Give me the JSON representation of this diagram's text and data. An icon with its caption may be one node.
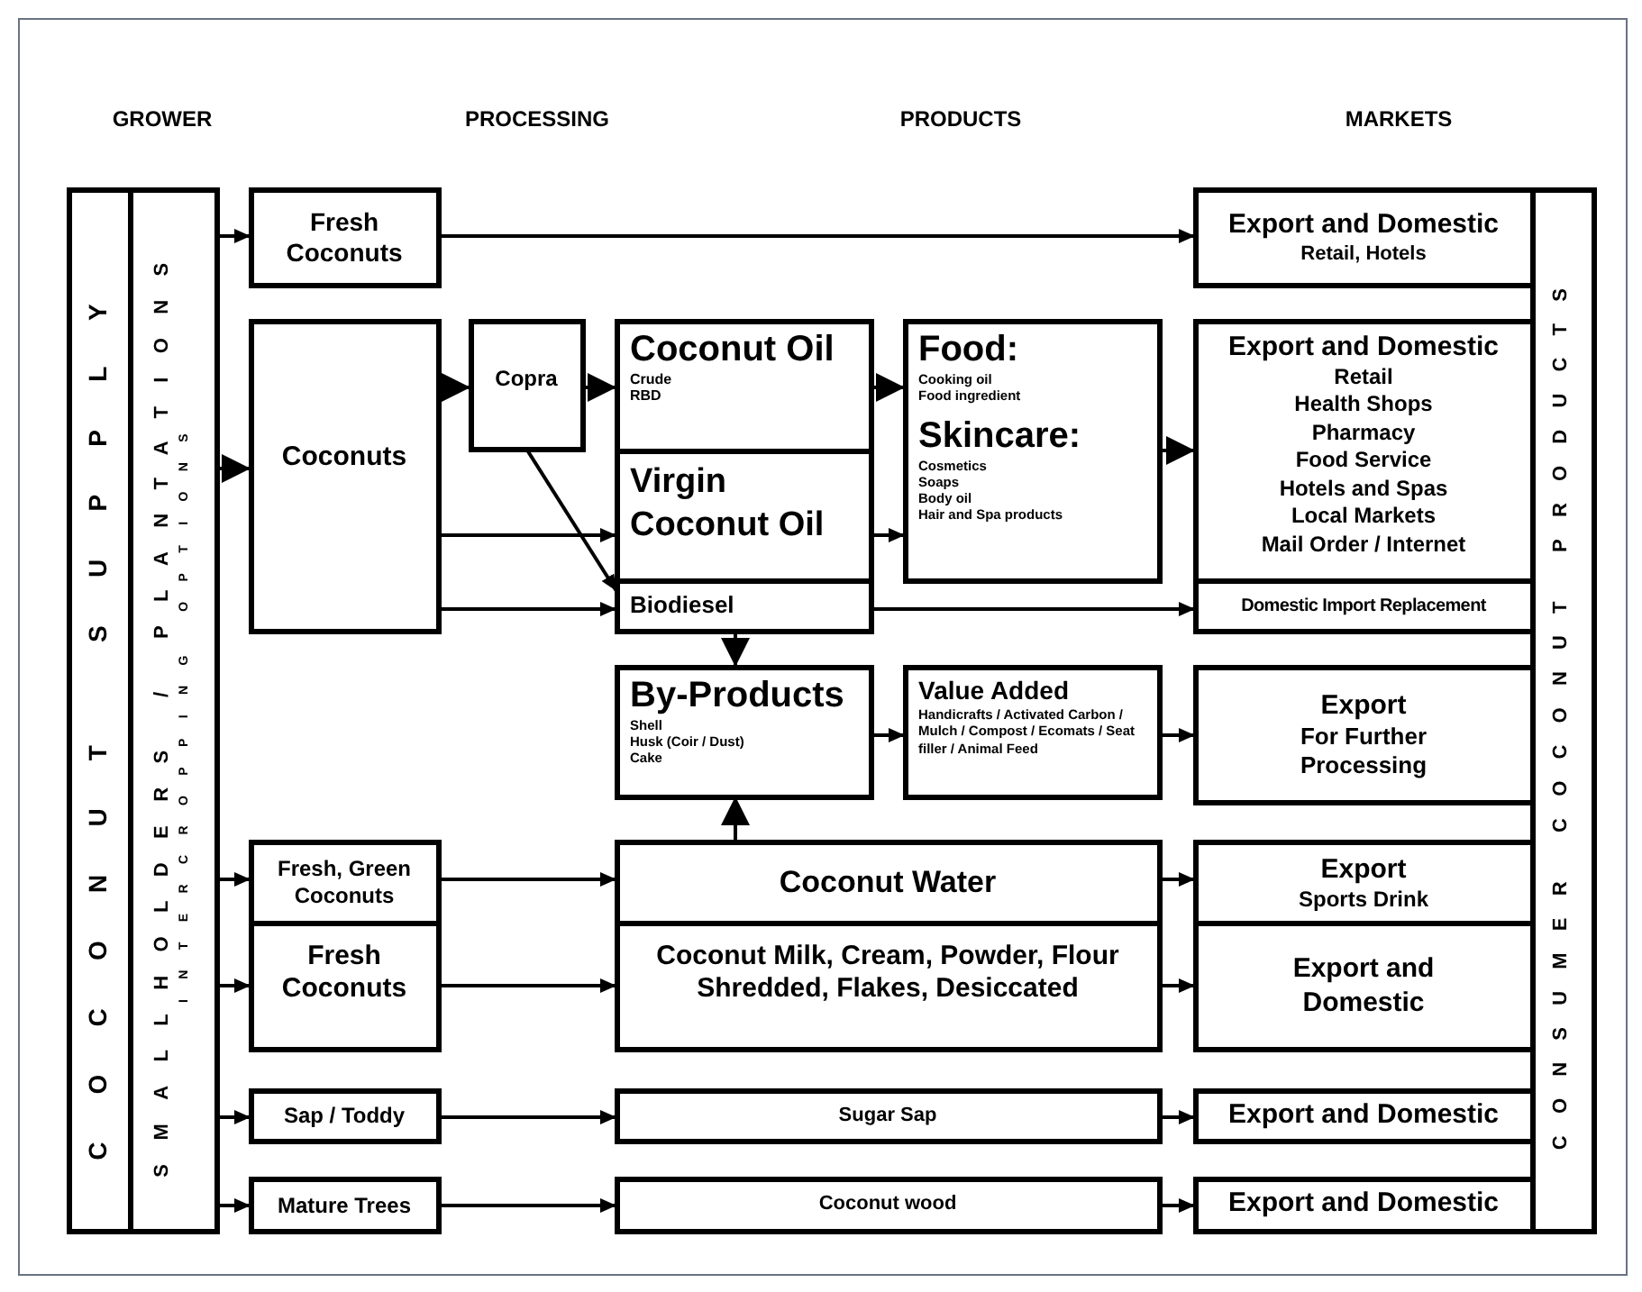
{
  "diagram": {
    "nodes": [
      {
        "text": [
          "COCONUT SUPPLY"
        ]
      },
      {
        "text": [
          "SMALLHOLDERS / PLANTATIONS",
          "INTERCROPPING OPTIONS"
        ]
      },
      {
        "text": [
          "Fresh Coconuts"
        ]
      },
      {
        "text": [
          "Coconuts"
        ]
      },
      {
        "text": [
          "Copra"
        ]
      },
      {
        "text": [
          "Coconut Oil",
          "Crude",
          "RBD"
        ]
      },
      {
        "text": [
          "Virgin Coconut Oil"
        ]
      },
      {
        "text": [
          "Biodiesel"
        ]
      },
      {
        "text": [
          "Food:",
          "Cooking oil",
          "Food ingredient",
          "Skincare:",
          "Cosmetics",
          "Soaps",
          "Body oil",
          "Hair and Spa products"
        ]
      },
      {
        "text": [
          "Export and Domestic",
          "Retail, Hotels"
        ]
      },
      {
        "text": [
          "Export and Domestic",
          "Retail",
          "Health Shops",
          "Pharmacy",
          "Food Service",
          "Hotels and Spas",
          "Local Markets",
          "Mail Order / Internet"
        ]
      },
      {
        "text": [
          "Domestic Import Replacement"
        ]
      },
      {
        "text": [
          "By-Products",
          "Shell",
          "Husk (Coir / Dust)",
          "Cake"
        ]
      },
      {
        "text": [
          "Value Added",
          "Handicrafts / Activated Carbon / Mulch / Compost / Ecomats / Seat filler / Animal Feed"
        ]
      },
      {
        "text": [
          "Export",
          "For Further Processing"
        ]
      },
      {
        "text": [
          "Fresh, Green Coconuts"
        ]
      },
      {
        "text": [
          "Fresh Coconuts"
        ]
      },
      {
        "text": [
          "Coconut Water"
        ]
      },
      {
        "text": [
          "Coconut Milk, Cream, Powder, Flour Shredded, Flakes, Desiccated"
        ]
      },
      {
        "text": [
          "Export",
          "Sports Drink"
        ]
      },
      {
        "text": [
          "Export and Domestic"
        ]
      },
      {
        "text": [
          "Sap / Toddy"
        ]
      },
      {
        "text": [
          "Sugar Sap"
        ]
      },
      {
        "text": [
          "Export and Domestic"
        ]
      },
      {
        "text": [
          "Mature Trees"
        ]
      },
      {
        "text": [
          "Coconut wood"
        ]
      },
      {
        "text": [
          "Export and Domestic"
        ]
      },
      {
        "text": [
          "CONSUMER COCONUT PRODUCTS"
        ]
      }
    ],
    "edges": [
      {
        "from": 1,
        "to": 2,
        "arrow": "to"
      },
      {
        "from": 1,
        "to": 3,
        "arrow": "to"
      },
      {
        "from": 2,
        "to": 9,
        "arrow": "to"
      },
      {
        "from": 3,
        "to": 4,
        "arrow": "to"
      },
      {
        "from": 4,
        "to": 5,
        "arrow": "to"
      },
      {
        "from": 4,
        "to": 7,
        "arrow": "to"
      },
      {
        "from": 3,
        "to": 6,
        "arrow": "to"
      },
      {
        "from": 3,
        "to": 7,
        "arrow": "to"
      },
      {
        "from": 5,
        "to": 8,
        "arrow": "to"
      },
      {
        "from": 6,
        "to": 8,
        "arrow": "to"
      },
      {
        "from": 8,
        "to": 10,
        "arrow": "to"
      },
      {
        "from": 7,
        "to": 11,
        "arrow": "to"
      },
      {
        "from": 7,
        "to": 12,
        "arrow": "to"
      },
      {
        "from": 12,
        "to": 13,
        "arrow": "to"
      },
      {
        "from": 13,
        "to": 14,
        "arrow": "to"
      },
      {
        "from": 17,
        "to": 12,
        "arrow": "to"
      },
      {
        "from": 1,
        "to": 15,
        "arrow": "to"
      },
      {
        "from": 1,
        "to": 16,
        "arrow": "to"
      },
      {
        "from": 1,
        "to": 21,
        "arrow": "to"
      },
      {
        "from": 1,
        "to": 24,
        "arrow": "to"
      },
      {
        "from": 15,
        "to": 17,
        "arrow": "to"
      },
      {
        "from": 16,
        "to": 18,
        "arrow": "to"
      },
      {
        "from": 21,
        "to": 22,
        "arrow": "to"
      },
      {
        "from": 24,
        "to": 25,
        "arrow": "to"
      },
      {
        "from": 17,
        "to": 19,
        "arrow": "to"
      },
      {
        "from": 18,
        "to": 20,
        "arrow": "to"
      },
      {
        "from": 22,
        "to": 23,
        "arrow": "to"
      },
      {
        "from": 25,
        "to": 26,
        "arrow": "to"
      }
    ],
    "labels": [
      "GROWER",
      "PROCESSING",
      "PRODUCTS",
      "MARKETS"
    ]
  }
}
